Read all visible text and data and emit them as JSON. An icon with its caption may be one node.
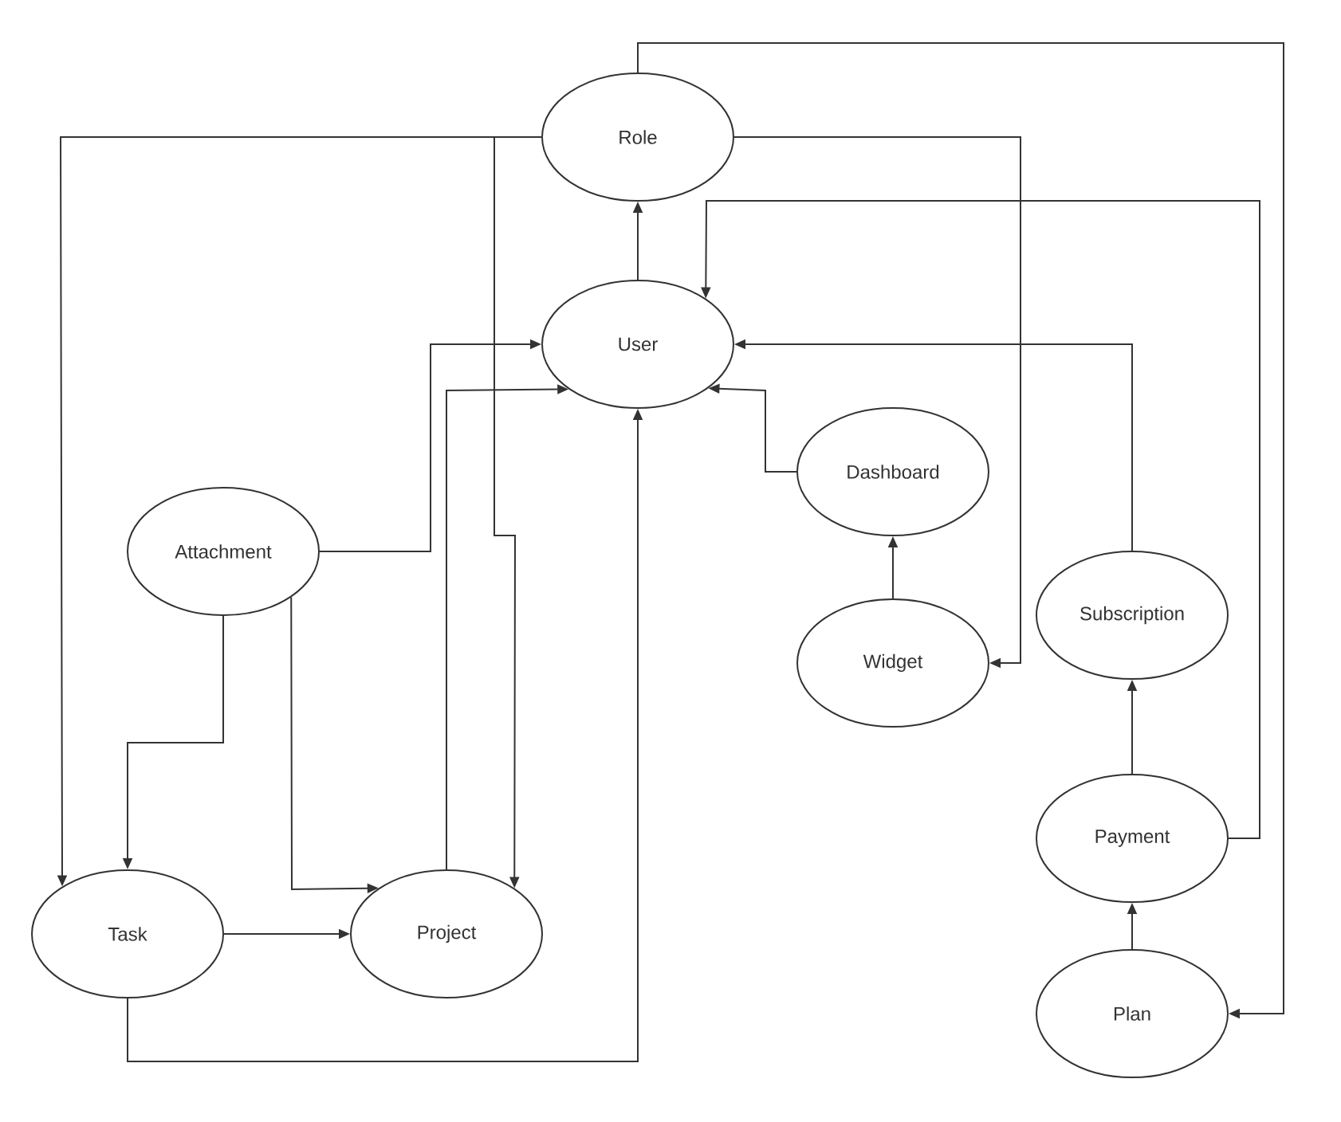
{
  "diagram": {
    "nodes": [
      {
        "text": [
          "Role"
        ]
      },
      {
        "text": [
          "User"
        ]
      },
      {
        "text": [
          "Dashboard"
        ]
      },
      {
        "text": [
          "Attachment"
        ]
      },
      {
        "text": [
          "Widget"
        ]
      },
      {
        "text": [
          "Subscription"
        ]
      },
      {
        "text": [
          "Payment"
        ]
      },
      {
        "text": [
          "Task"
        ]
      },
      {
        "text": [
          "Project"
        ]
      },
      {
        "text": [
          "Plan"
        ]
      }
    ],
    "edges": [
      {
        "from": 1,
        "to": 0,
        "arrow": "to"
      },
      {
        "from": 0,
        "to": 7,
        "arrow": "to"
      },
      {
        "from": 0,
        "to": 8,
        "arrow": "to"
      },
      {
        "from": 0,
        "to": 4,
        "arrow": "to"
      },
      {
        "from": 0,
        "to": 9,
        "arrow": "to"
      },
      {
        "from": 6,
        "to": 1,
        "arrow": "to"
      },
      {
        "from": 5,
        "to": 1,
        "arrow": "to"
      },
      {
        "from": 2,
        "to": 1,
        "arrow": "to"
      },
      {
        "from": 4,
        "to": 2,
        "arrow": "to"
      },
      {
        "from": 3,
        "to": 1,
        "arrow": "to"
      },
      {
        "from": 8,
        "to": 1,
        "arrow": "to"
      },
      {
        "from": 3,
        "to": 7,
        "arrow": "to"
      },
      {
        "from": 3,
        "to": 8,
        "arrow": "to"
      },
      {
        "from": 7,
        "to": 8,
        "arrow": "to"
      },
      {
        "from": 7,
        "to": 1,
        "arrow": "to"
      },
      {
        "from": 6,
        "to": 5,
        "arrow": "to"
      },
      {
        "from": 9,
        "to": 6,
        "arrow": "to"
      }
    ]
  }
}
